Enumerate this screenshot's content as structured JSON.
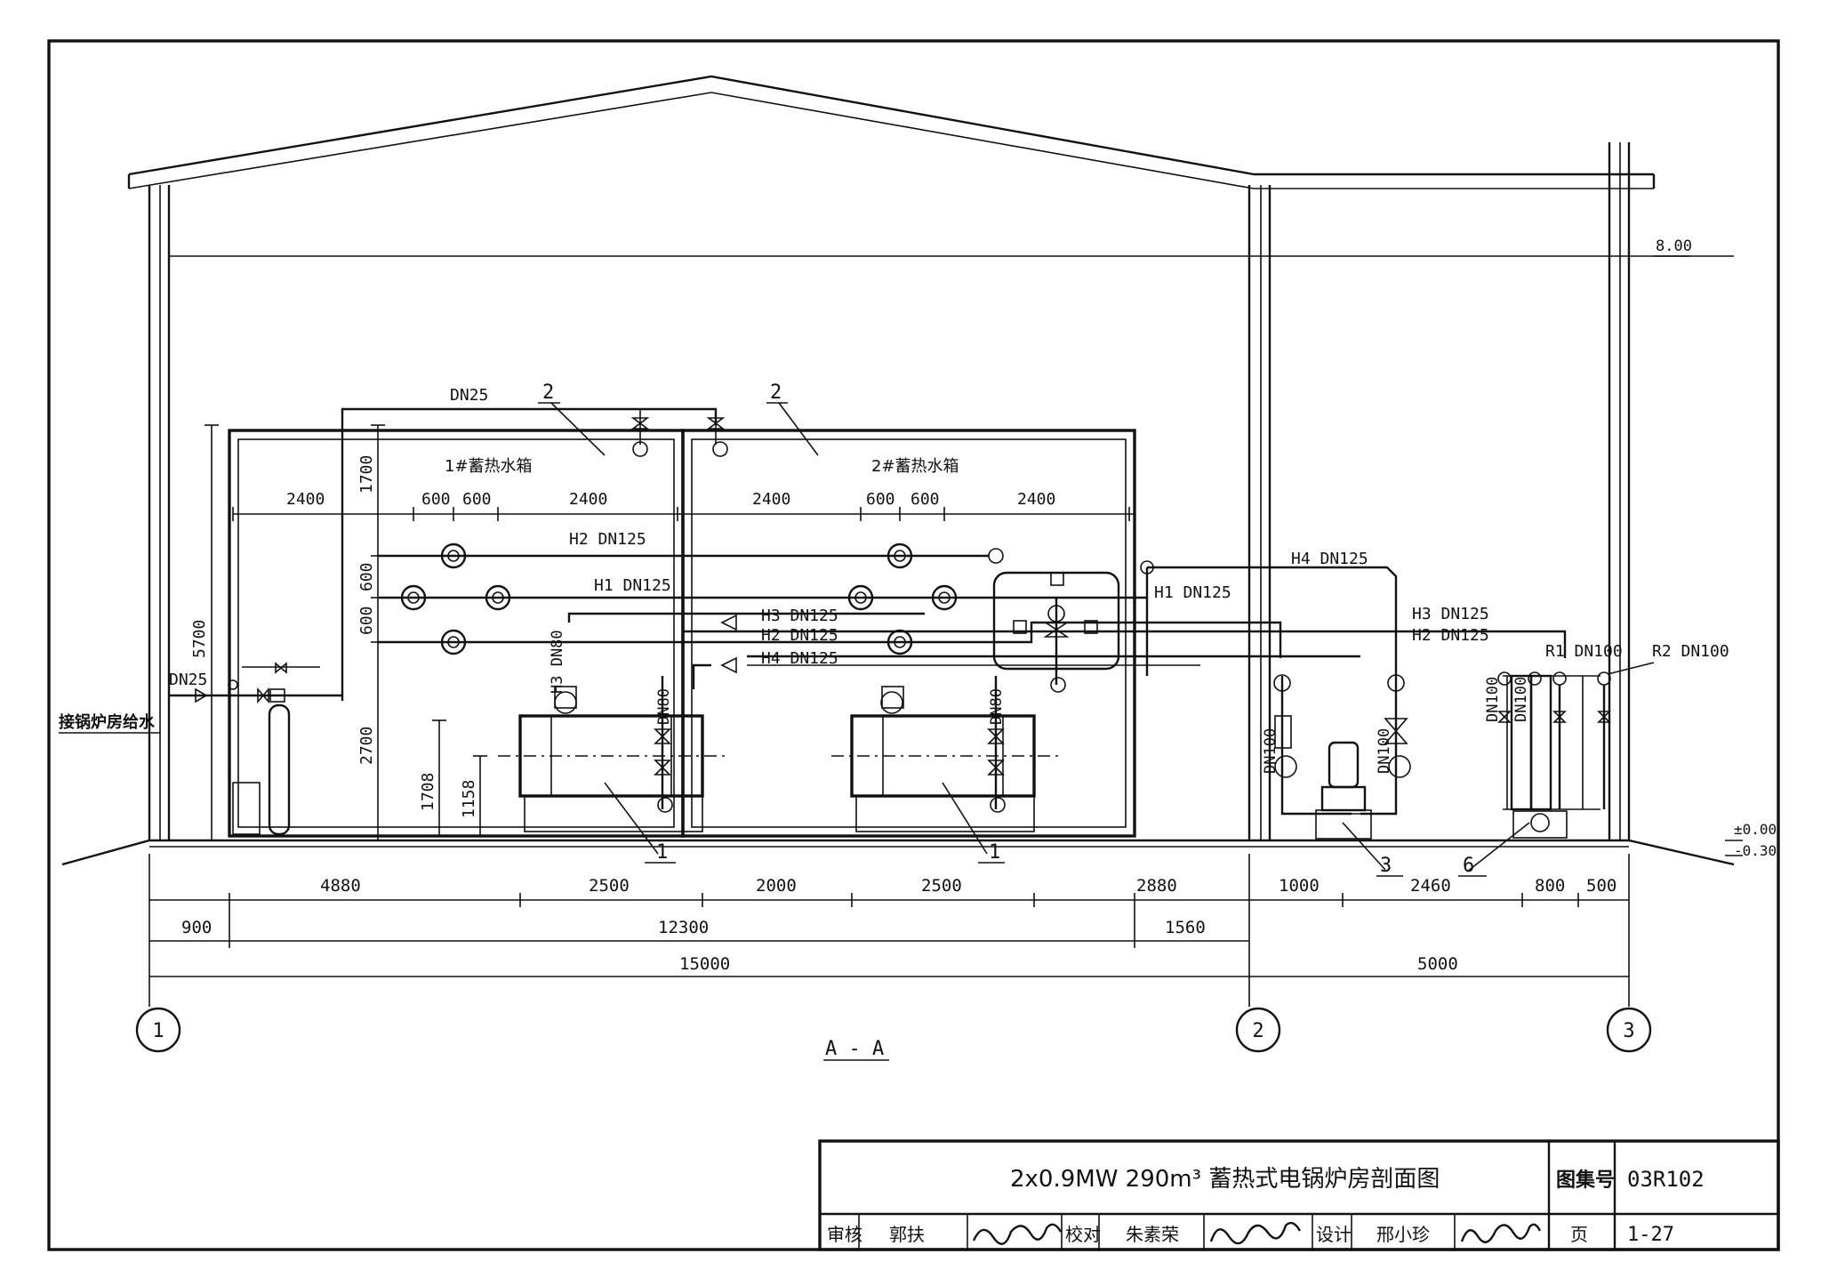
{
  "section_label": "A - A",
  "elevations": {
    "top": "8.00",
    "floor": "±0.00",
    "grade": "-0.30"
  },
  "axes": [
    "1",
    "2",
    "3"
  ],
  "tanks": [
    {
      "name": "1#蓄热水箱",
      "callout": "2"
    },
    {
      "name": "2#蓄热水箱",
      "callout": "2"
    }
  ],
  "callouts": {
    "boiler": "1",
    "pump": "3",
    "distributor": "6"
  },
  "pipes": {
    "dn25_top": "DN25",
    "dn25_inlet": "DN25",
    "inlet_label": "接锅炉房给水",
    "h2_top": "H2 DN125",
    "h1_tank": "H1 DN125",
    "h3_tank": "H3 DN125",
    "h2_tank": "H2 DN125",
    "h4_tank": "H4 DN125",
    "h4_right": "H4 DN125",
    "h1_right": "H1 DN125",
    "h3_right": "H3 DN125",
    "h2_right": "H2 DN125",
    "r1": "R1 DN100",
    "r2": "R2 DN100",
    "h3_dn80": "H3 DN80",
    "dn80_a": "DN80",
    "dn80_b": "DN80",
    "dn100_a": "DN100",
    "dn100_b": "DN100",
    "dn100_c": "DN100",
    "dn100_d": "DN100"
  },
  "dimensions": {
    "top_row": [
      "2400",
      "600",
      "600",
      "2400",
      "2400",
      "600",
      "600",
      "2400"
    ],
    "v_1700": "1700",
    "v_600a": "600",
    "v_600b": "600",
    "v_5700": "5700",
    "v_2700": "2700",
    "v_1708": "1708",
    "v_1158": "1158",
    "row1": [
      "4880",
      "2500",
      "2000",
      "2500",
      "2880",
      "1000",
      "2460",
      "800",
      "500"
    ],
    "row2": [
      "900",
      "12300",
      "1560"
    ],
    "row3": [
      "15000",
      "5000"
    ]
  },
  "title_block": {
    "title": "2x0.9MW 290m³ 蓄热式电锅炉房剖面图",
    "atlas_label": "图集号",
    "atlas_no": "03R102",
    "review_label": "审核",
    "reviewer": "郭扶",
    "check_label": "校对",
    "checker": "朱素荣",
    "design_label": "设计",
    "designer": "邢小珍",
    "page_label": "页",
    "page_no": "1-27"
  }
}
